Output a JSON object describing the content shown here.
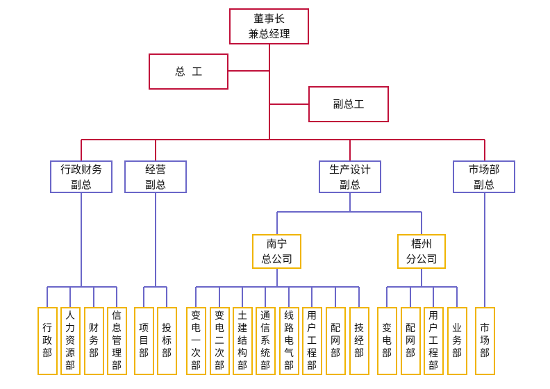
{
  "colors": {
    "top": "#c0103a",
    "vp": "#6a66c8",
    "branch": "#f0b400"
  },
  "chairman": {
    "line1": "董事长",
    "line2": "兼总经理"
  },
  "chief_engineer": "总  工",
  "deputy_chief_engineer": "副总工",
  "vps": [
    {
      "line1": "行政财务",
      "line2": "副总"
    },
    {
      "line1": "经营",
      "line2": "副总"
    },
    {
      "line1": "生产设计",
      "line2": "副总"
    },
    {
      "line1": "市场部",
      "line2": "副总"
    }
  ],
  "branches": [
    {
      "line1": "南宁",
      "line2": "总公司"
    },
    {
      "line1": "梧州",
      "line2": "分公司"
    }
  ],
  "departments": [
    "行政部",
    "人力资源部",
    "财务部",
    "信息管理部",
    "项目部",
    "投标部",
    "变电一次部",
    "变电二次部",
    "土建结构部",
    "通信系统部",
    "线路电气部",
    "用户工程部",
    "配网部",
    "技经部",
    "变电部",
    "配网部",
    "用户工程部",
    "业务部",
    "市场部"
  ]
}
